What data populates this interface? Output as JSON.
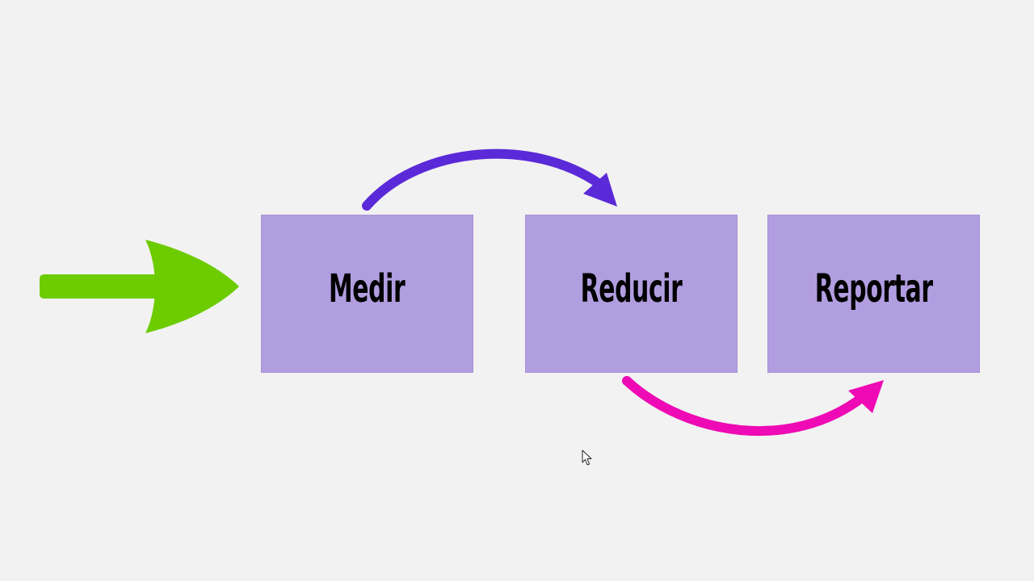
{
  "steps": [
    {
      "label": "Medir"
    },
    {
      "label": "Reducir"
    },
    {
      "label": "Reportar"
    }
  ],
  "colors": {
    "background": "#f2f2f2",
    "box_fill": "#b19ee0",
    "entry_arrow": "#6ccc00",
    "top_arrow": "#5b2ad8",
    "bottom_arrow": "#ee0ab4"
  },
  "icons": {
    "entry_arrow": "arrow-right-icon",
    "top_arrow": "curved-arrow-icon",
    "bottom_arrow": "curved-arrow-icon",
    "cursor": "mouse-pointer-icon"
  }
}
